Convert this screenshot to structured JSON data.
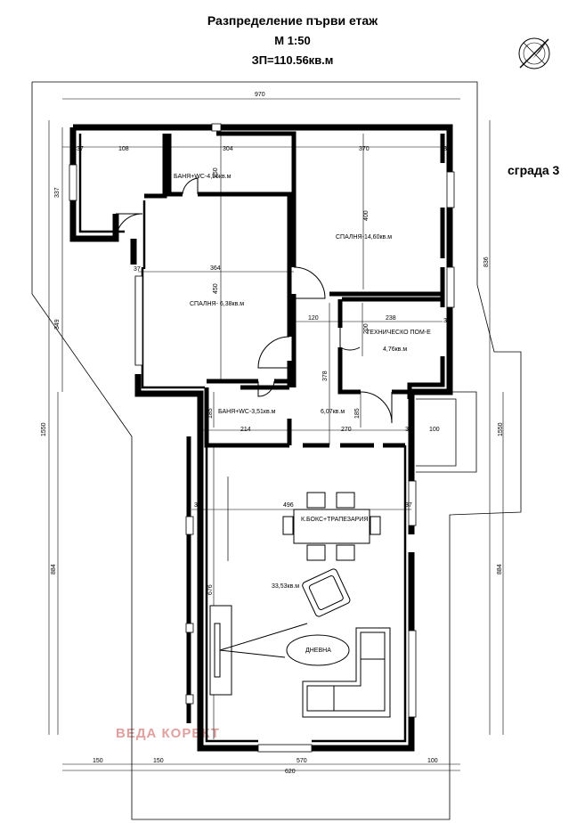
{
  "header": {
    "title": "Разпределение първи етаж",
    "scale": "М 1:50",
    "area": "ЗП=110.56кв.м"
  },
  "building_label": "сграда 3",
  "watermark": "ВЕДА КОРЕКТ",
  "rooms": {
    "bath1": "БАНЯ+WC-4,56кв.м",
    "bedroom1": "СПАЛНЯ-14,60кв.м",
    "bedroom2": "СПАЛНЯ- 6,38кв.м",
    "utility": "ТЕХНИЧЕСКО ПОМ-Е",
    "utility_area": "4,76кв.м",
    "bath2": "БАНЯ+WC-3,51кв.м",
    "corridor_area": "6,07кв.м",
    "kitchen": "К.БОКС+ТРАПЕЗАРИЯ",
    "living_area": "33,53кв.м",
    "living": "ДНЕВНА"
  },
  "dimensions": {
    "top_total": "970",
    "d108": "108",
    "d304": "304",
    "d370": "370",
    "d37a": "37",
    "d37b": "37",
    "d37c": "37",
    "d37d": "37",
    "d37e": "37",
    "d37f": "37",
    "d37g": "37",
    "d150v": "150",
    "d400": "400",
    "d337": "337",
    "d364": "364",
    "d450": "450",
    "d120": "120",
    "d238": "238",
    "d200": "200",
    "d349": "349",
    "d836": "836",
    "d378": "378",
    "d185a": "185",
    "d185b": "185",
    "d214": "214",
    "d270": "270",
    "d100a": "100",
    "d1550a": "1550",
    "d1550b": "1550",
    "d496": "496",
    "d676": "676",
    "d884a": "884",
    "d884b": "884",
    "b150a": "150",
    "b150b": "150",
    "b570": "570",
    "b100": "100",
    "b620": "620"
  },
  "icons": {
    "north": "north-arrow-icon"
  }
}
